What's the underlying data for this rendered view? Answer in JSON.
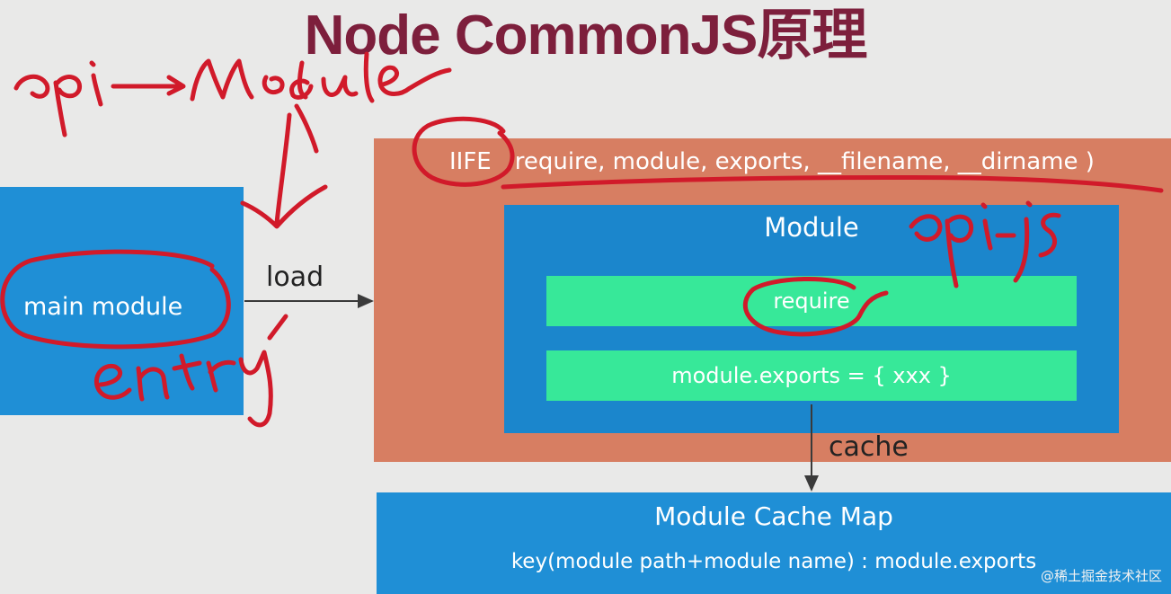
{
  "title": "Node CommonJS原理",
  "main_module": {
    "label": "main module"
  },
  "load": "load",
  "iife": {
    "keyword": "IIFE",
    "params": "require, module, exports, __filename, __dirname )"
  },
  "module": {
    "title": "Module",
    "require": "require",
    "exports": "module.exports = { xxx }"
  },
  "cache": "cache",
  "cache_map": {
    "title": "Module Cache Map",
    "subtitle": "key(module path+module name) : module.exports"
  },
  "watermark": "@稀土掘金技术社区",
  "colors": {
    "title": "#7d1f3c",
    "blue_box": "#1f8fd6",
    "iife_box": "#d77e62",
    "green_box": "#37e899",
    "annotation_ink": "#d11a2a"
  }
}
